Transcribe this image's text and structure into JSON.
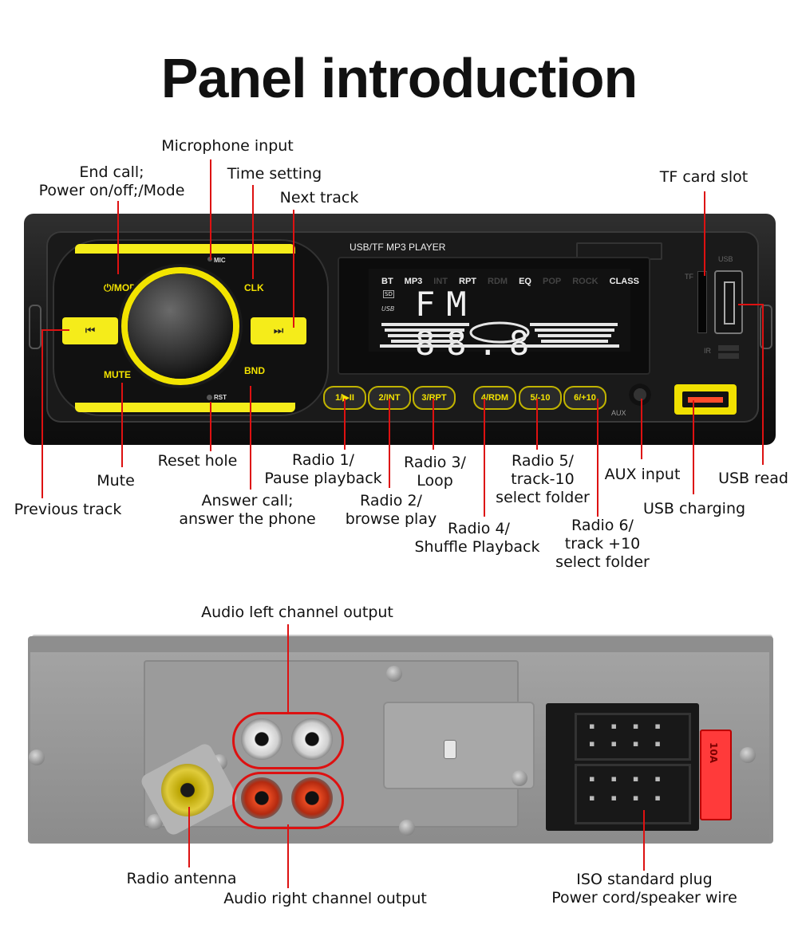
{
  "title": "Panel introduction",
  "device": {
    "top_label": "USB/TF MP3 PLAYER",
    "mic_label": "MIC",
    "rst_label": "RST",
    "tf_label": "TF",
    "usb_label": "USB",
    "ir_label": "IR",
    "aux_label": "AUX",
    "buttons": {
      "mode": "⏻/MOD",
      "clk": "CLK",
      "mute": "MUTE",
      "bnd": "BND",
      "prev": "⏮",
      "next": "⏭"
    },
    "preset_buttons": [
      "1/▶II",
      "2/INT",
      "3/RPT",
      "4/RDM",
      "5/-10",
      "6/+10"
    ],
    "lcd": {
      "indicators": [
        "BT",
        "MP3",
        "INT",
        "RPT",
        "RDM",
        "EQ",
        "POP",
        "ROCK",
        "CLASS"
      ],
      "sd": "SD",
      "usb": "USB",
      "main": "FM 88.8"
    }
  },
  "labels": {
    "microphone_input": "Microphone input",
    "end_call_1": "End call;",
    "end_call_2": "Power on/off;/Mode",
    "time_setting": "Time setting",
    "next_track": "Next track",
    "tf_card_slot": "TF card slot",
    "reset_hole": "Reset hole",
    "mute": "Mute",
    "previous_track": "Previous track",
    "answer_call_1": "Answer call;",
    "answer_call_2": "answer the phone",
    "radio1_1": "Radio 1/",
    "radio1_2": "Pause playback",
    "radio2_1": "Radio 2/",
    "radio2_2": "browse play",
    "radio3_1": "Radio 3/",
    "radio3_2": "Loop",
    "radio4_1": "Radio 4/",
    "radio4_2": "Shuffle Playback",
    "radio5_1": "Radio 5/",
    "radio5_2": "track-10",
    "radio5_3": "select folder",
    "radio6_1": "Radio 6/",
    "radio6_2": "track +10",
    "radio6_3": "select folder",
    "aux_input": "AUX input",
    "usb_read": "USB read",
    "usb_charging": "USB charging",
    "audio_left": "Audio left channel output",
    "radio_antenna": "Radio antenna",
    "audio_right": "Audio right channel output",
    "iso_1": "ISO standard plug",
    "iso_2": "Power cord/speaker wire",
    "fuse": "10A"
  },
  "colors": {
    "accent_yellow": "#f5ec1a",
    "callout_red": "#dd1111"
  }
}
